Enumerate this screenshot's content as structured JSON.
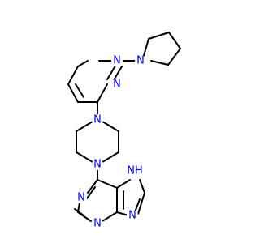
{
  "diagram": {
    "type": "skeletal-structure",
    "atoms": {
      "n_pyrr": "N",
      "n_pyrim_a": "N",
      "n_pyrim_b": "N",
      "n_pip_top": "N",
      "n_pip_bottom": "N",
      "n_purine_1": "N",
      "n_purine_3": "N",
      "n_purine_7h": "NH",
      "n_purine_9": "N"
    },
    "colors": {
      "bond": "#000000",
      "heteroatom": "#0000ff",
      "background": "#ffffff"
    }
  }
}
